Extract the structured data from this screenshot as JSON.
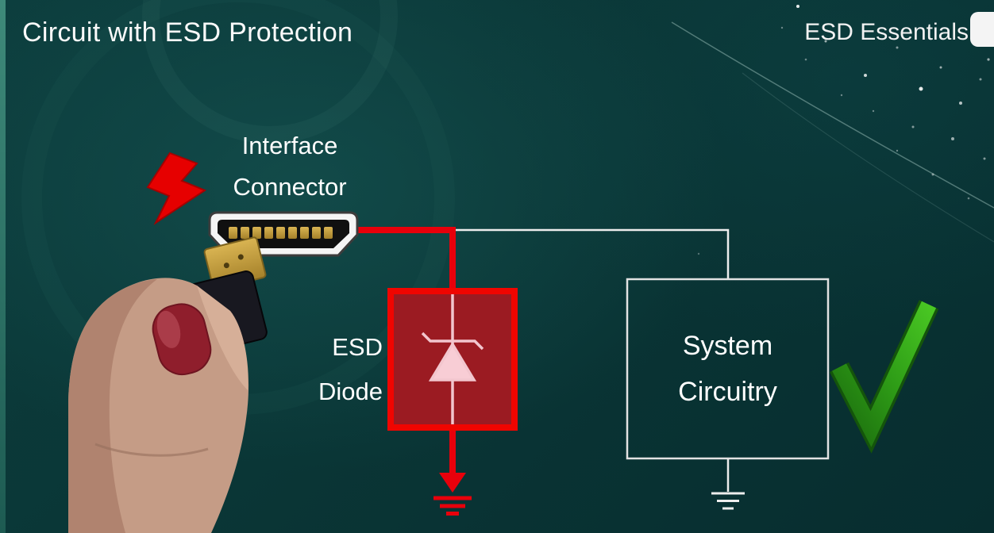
{
  "header": {
    "title": "Circuit with ESD Protection",
    "brand": "ESD Essentials"
  },
  "diagram": {
    "connector_label": {
      "line1": "Interface",
      "line2": "Connector"
    },
    "diode_label": {
      "line1": "ESD",
      "line2": "Diode"
    },
    "system_label": {
      "line1": "System",
      "line2": "Circuitry"
    }
  },
  "icons": {
    "lightning_bolt": "esd-strike-indicator",
    "checkmark": "protected-ok-indicator",
    "ground_red": "esd-diode-ground",
    "ground_white": "system-ground"
  },
  "colors": {
    "background": "#0a3636",
    "wire_red": "#e8000b",
    "wire_white": "#ededed",
    "diode_fill": "#9b1b22",
    "diode_border": "#f00500",
    "diode_symbol": "#f6ccd4",
    "check_green": "#2f9e17",
    "text": "#ffffff"
  }
}
